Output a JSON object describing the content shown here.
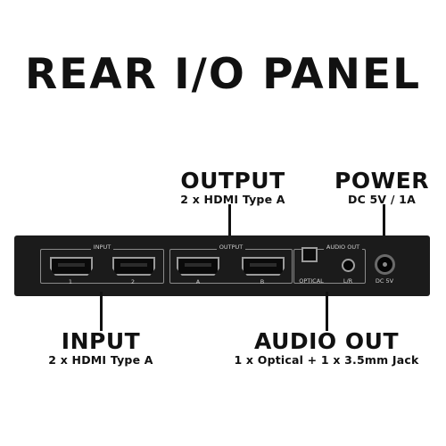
{
  "title": "REAR I/O PANEL",
  "callouts": {
    "output": {
      "head": "OUTPUT",
      "sub": "2 x HDMI Type A"
    },
    "power": {
      "head": "POWER",
      "sub": "DC 5V / 1A"
    },
    "input": {
      "head": "INPUT",
      "sub": "2 x HDMI Type A"
    },
    "audio": {
      "head": "AUDIO OUT",
      "sub": "1 x Optical + 1 x 3.5mm Jack"
    }
  },
  "panel": {
    "input_group": "INPUT",
    "input_ports": [
      "1",
      "2"
    ],
    "output_group": "OUTPUT",
    "output_ports": [
      "A",
      "B"
    ],
    "audio_group": "AUDIO OUT",
    "optical_label": "OPTICAL",
    "jack_label": "L/R",
    "dc_label": "DC 5V"
  }
}
